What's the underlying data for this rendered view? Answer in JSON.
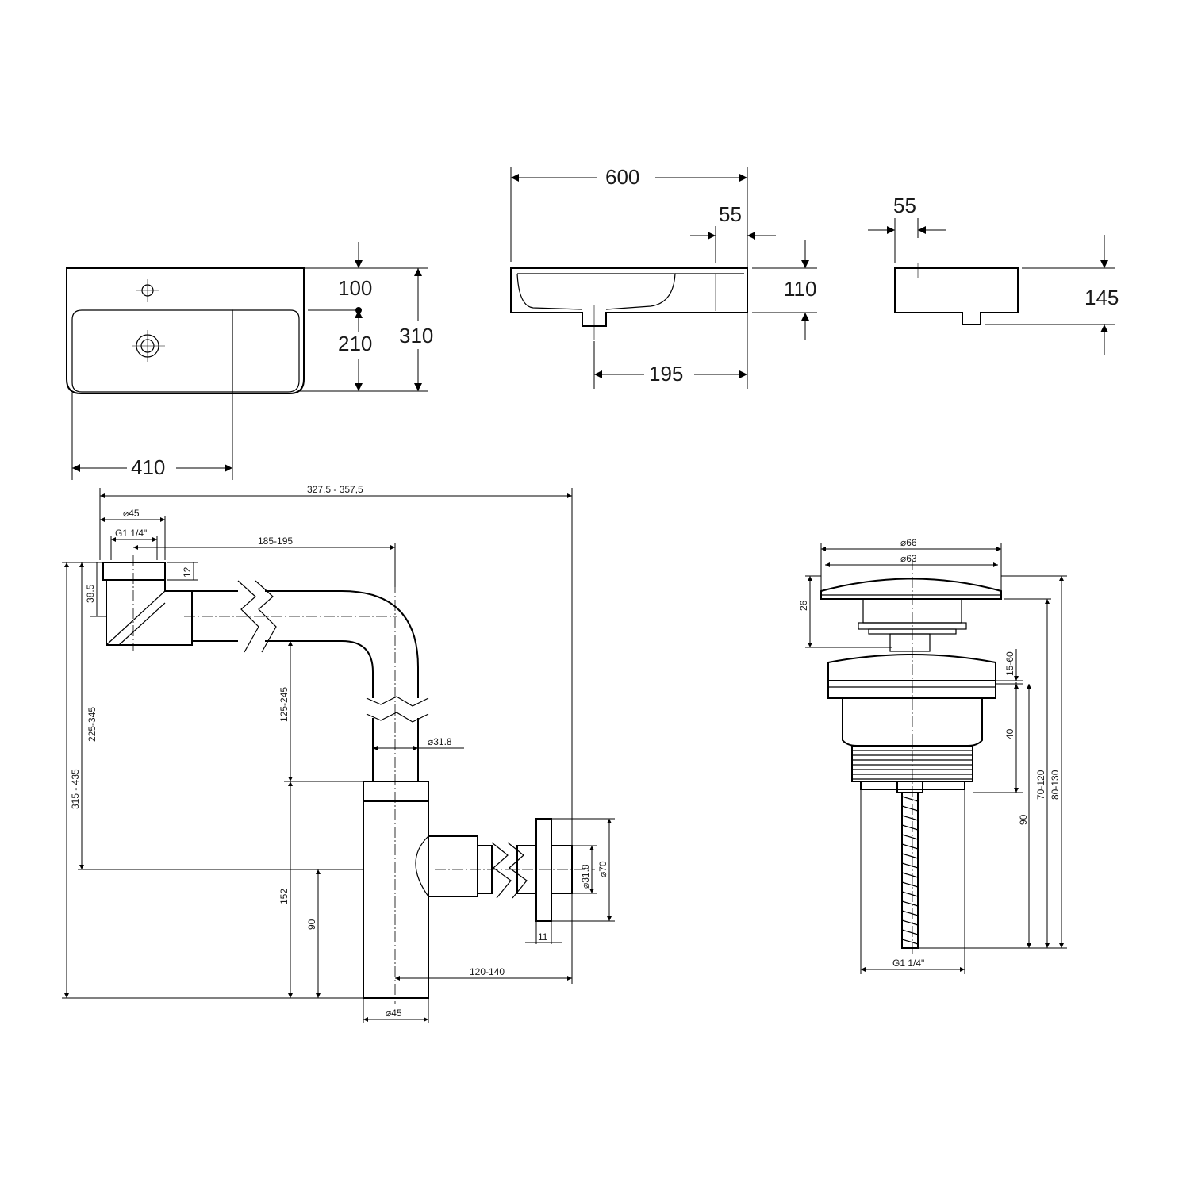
{
  "basin_dimensions": {
    "top_view": {
      "d_100": "100",
      "d_210": "210",
      "d_310": "310",
      "d_410": "410"
    },
    "front_view": {
      "d_600": "600",
      "d_55": "55",
      "d_110": "110",
      "d_195": "195"
    },
    "side_view": {
      "d_55": "55",
      "d_145": "145"
    }
  },
  "siphon_dimensions": {
    "d_overall": "327,5 - 357,5",
    "dia_45_top": "⌀45",
    "thread_top": "G1 1/4\"",
    "d_185_195": "185-195",
    "d_12": "12",
    "d_38_5": "38.5",
    "d_225_345": "225-345",
    "d_315_435": "315 - 435",
    "d_125_245": "125-245",
    "dia_31_8_pipe": "⌀31.8",
    "d_152": "152",
    "d_90": "90",
    "dia_31_8_outlet": "⌀31.8",
    "dia_70": "⌀70",
    "d_11": "11",
    "d_120_140": "120-140",
    "dia_45_bottom": "⌀45"
  },
  "drain_dimensions": {
    "dia_66": "⌀66",
    "dia_63": "⌀63",
    "d_26": "26",
    "d_15_60": "15-60",
    "d_40": "40",
    "d_90": "90",
    "d_70_120": "70-120",
    "d_80_130": "80-130",
    "thread": "G1 1/4\""
  }
}
